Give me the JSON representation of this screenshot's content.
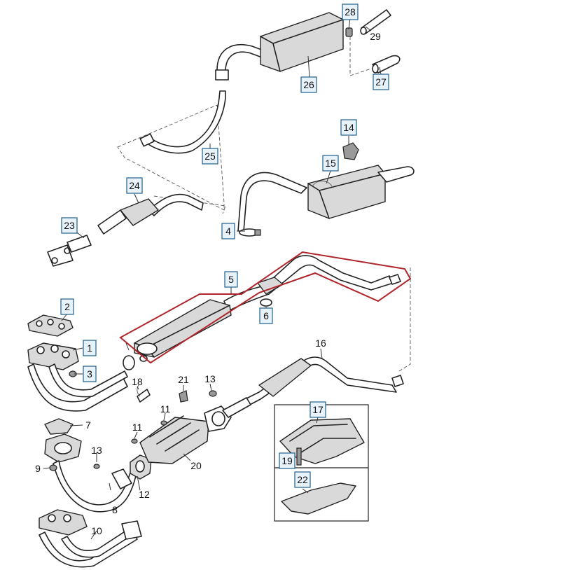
{
  "accent_color": "#b0252b",
  "tag_color": "#1f5f8b",
  "callouts": [
    {
      "id": "p1",
      "label": "1",
      "boxed": true
    },
    {
      "id": "p2",
      "label": "2",
      "boxed": true
    },
    {
      "id": "p3",
      "label": "3",
      "boxed": true
    },
    {
      "id": "p4",
      "label": "4",
      "boxed": true
    },
    {
      "id": "p5",
      "label": "5",
      "boxed": true
    },
    {
      "id": "p6",
      "label": "6",
      "boxed": true
    },
    {
      "id": "p7",
      "label": "7",
      "boxed": false
    },
    {
      "id": "p8",
      "label": "8",
      "boxed": false
    },
    {
      "id": "p9",
      "label": "9",
      "boxed": false
    },
    {
      "id": "p10",
      "label": "10",
      "boxed": false
    },
    {
      "id": "p11a",
      "label": "11",
      "boxed": false
    },
    {
      "id": "p11b",
      "label": "11",
      "boxed": false
    },
    {
      "id": "p12",
      "label": "12",
      "boxed": false
    },
    {
      "id": "p13a",
      "label": "13",
      "boxed": false
    },
    {
      "id": "p13b",
      "label": "13",
      "boxed": false
    },
    {
      "id": "p14",
      "label": "14",
      "boxed": true
    },
    {
      "id": "p15",
      "label": "15",
      "boxed": true
    },
    {
      "id": "p16",
      "label": "16",
      "boxed": false
    },
    {
      "id": "p17",
      "label": "17",
      "boxed": true
    },
    {
      "id": "p18",
      "label": "18",
      "boxed": false
    },
    {
      "id": "p19",
      "label": "19",
      "boxed": true
    },
    {
      "id": "p20",
      "label": "20",
      "boxed": false
    },
    {
      "id": "p21",
      "label": "21",
      "boxed": false
    },
    {
      "id": "p22",
      "label": "22",
      "boxed": true
    },
    {
      "id": "p23",
      "label": "23",
      "boxed": true
    },
    {
      "id": "p24",
      "label": "24",
      "boxed": true
    },
    {
      "id": "p25",
      "label": "25",
      "boxed": true
    },
    {
      "id": "p26",
      "label": "26",
      "boxed": true
    },
    {
      "id": "p27",
      "label": "27",
      "boxed": true
    },
    {
      "id": "p28",
      "label": "28",
      "boxed": true
    },
    {
      "id": "p29",
      "label": "29",
      "boxed": false
    }
  ]
}
